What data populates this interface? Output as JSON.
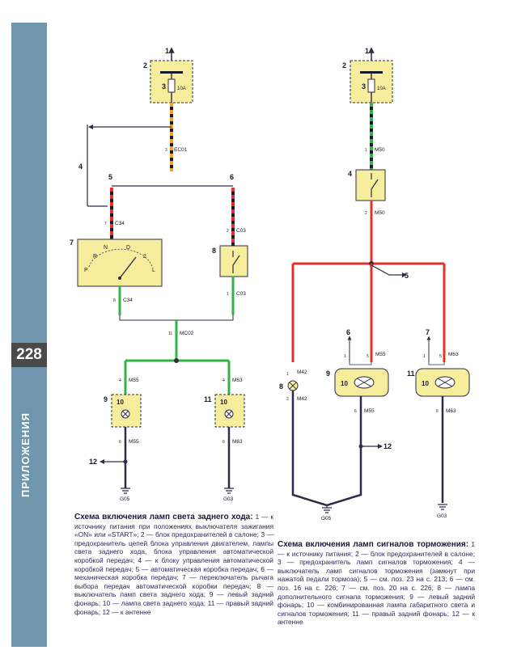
{
  "page": {
    "number": "228",
    "section": "ПРИЛОЖЕНИЯ"
  },
  "colors": {
    "sidebar": "#6f96ad",
    "fuse_box": "#f7ee9d",
    "wire_red": "#e4322b",
    "wire_green": "#33b24a",
    "wire_orange": "#f5a31a",
    "wire_dark": "#2c2c46"
  },
  "diagram_left": {
    "labels": {
      "n1": "1",
      "n2": "2",
      "n3": "3",
      "fuse": "10A",
      "ec01_pin": "3",
      "ec01": "EC01",
      "n4": "4",
      "n5": "5",
      "n6": "6",
      "c34_top_pin": "7",
      "c34_top": "C34",
      "n7": "7",
      "pos_n": "N",
      "pos_d": "D",
      "pos_r": "R",
      "pos_2": "2",
      "pos_p": "P",
      "pos_l": "L",
      "c34_bot_pin": "8",
      "c34_bot": "C34",
      "c03_top_pin": "2",
      "c03_top": "C03",
      "n8": "8",
      "c03_bot_pin": "1",
      "c03_bot": "C03",
      "mc02_pin": "11",
      "mc02": "MC02",
      "m55_top_pin": "4",
      "m55_top": "M55",
      "m63_top_pin": "4",
      "m63_top": "M63",
      "n9": "9",
      "n10a": "10",
      "n11": "11",
      "n10b": "10",
      "m55_bot_pin": "6",
      "m55_bot": "M55",
      "m63_bot_pin": "6",
      "m63_bot": "M63",
      "n12": "12",
      "g05": "G05",
      "g03": "G03"
    }
  },
  "diagram_right": {
    "labels": {
      "n1": "1",
      "n2": "2",
      "n3": "3",
      "fuse": "10A",
      "m50_top_pin": "1",
      "m50_top": "M50",
      "n4": "4",
      "m50_bot_pin": "2",
      "m50_bot": "M50",
      "n5": "5",
      "n6": "6",
      "n7": "7",
      "m55_top_pin1": "1",
      "m55_top_pin5": "5",
      "m55_top": "M55",
      "m63_top_pin1": "1",
      "m63_top_pin5": "5",
      "m63_top": "M63",
      "m42_top_pin": "1",
      "m42_top": "M42",
      "n8": "8",
      "m42_bot_pin": "2",
      "m42_bot": "M42",
      "n9": "9",
      "n10a": "10",
      "n11": "11",
      "n10b": "10",
      "m55_bot_pin": "6",
      "m55_bot": "M55",
      "m63_bot_pin": "6",
      "m63_bot": "M63",
      "n12": "12",
      "g05": "G05",
      "g03": "G03"
    }
  },
  "captions": {
    "left_title": "Схема включения ламп света заднего хода:",
    "left_body": "1 — к источнику питания при положениях выключателя зажигания «ON» или «START»; 2 — блок предохранителей в салоне; 3 — предохранитель цепей блока управления двигателем, лампы света заднего хода, блока управления автоматической коробкой передач; 4 — к блоку управления автоматической коробкой передач; 5 — автоматическая коробка передач; 6 — механическая коробка передач; 7 — переключатель рычага выбора передач автоматической коробки передач; 8 — выключатель ламп света заднего хода; 9 — левый задний фонарь; 10 — лампа света заднего хода; 11 — правый задний фонарь; 12 — к антенне",
    "right_title": "Схема включения ламп сигналов торможения:",
    "right_body": "1 — к источнику питания; 2 — блок предохранителей в салоне; 3 — предохранитель ламп сигналов торможения; 4 — выключатель ламп сигналов торможения (замкнут при нажатой педали тормоза); 5 — см. поз. 23 на с. 213; 6 — см. поз. 16 на с. 226; 7 — см. поз. 20 на с. 226; 8 — лампа дополнительного сигнала торможения; 9 — левый задний фонарь; 10 — комбинированная лампа габаритного света и сигналов торможения; 11 — правый задний фонарь; 12 — к антенне"
  }
}
